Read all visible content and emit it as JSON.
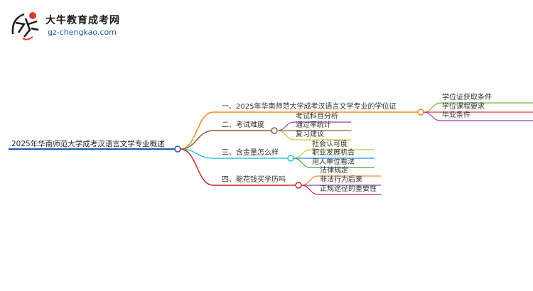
{
  "logo": {
    "title": "大牛教育成考网",
    "url": "gz-chengkao.com"
  },
  "mindmap": {
    "root": "2025年华南师范大学成考汉语言文学专业概述",
    "branches": [
      {
        "label": "一、2025年华南师范大学成考汉语言文学专业的学位证",
        "color": "#f08a24",
        "children": [
          {
            "label": "学位证获取条件",
            "color": "#7cb342"
          },
          {
            "label": "学位课程要求",
            "color": "#e53935"
          },
          {
            "label": "毕业条件",
            "color": "#8e44ad"
          }
        ]
      },
      {
        "label": "二、考试难度",
        "color": "#8d5a3b",
        "children": [
          {
            "label": "考试科目分析",
            "color": "#8e44ad"
          },
          {
            "label": "通过率统计",
            "color": "#8d5a3b"
          },
          {
            "label": "复习建议",
            "color": "#c0ca33"
          }
        ]
      },
      {
        "label": "三、含金量怎么样",
        "color": "#26c6da",
        "children": [
          {
            "label": "社会认可度",
            "color": "#c0ca33"
          },
          {
            "label": "职业发展机会",
            "color": "#1e88e5"
          },
          {
            "label": "用人单位看法",
            "color": "#43a047"
          }
        ]
      },
      {
        "label": "四、能花钱买学历吗",
        "color": "#c62828",
        "children": [
          {
            "label": "法律规定",
            "color": "#f08a24"
          },
          {
            "label": "非法行为后果",
            "color": "#8e44ad"
          },
          {
            "label": "正规途径的重要性",
            "color": "#d81b60"
          }
        ]
      }
    ]
  }
}
